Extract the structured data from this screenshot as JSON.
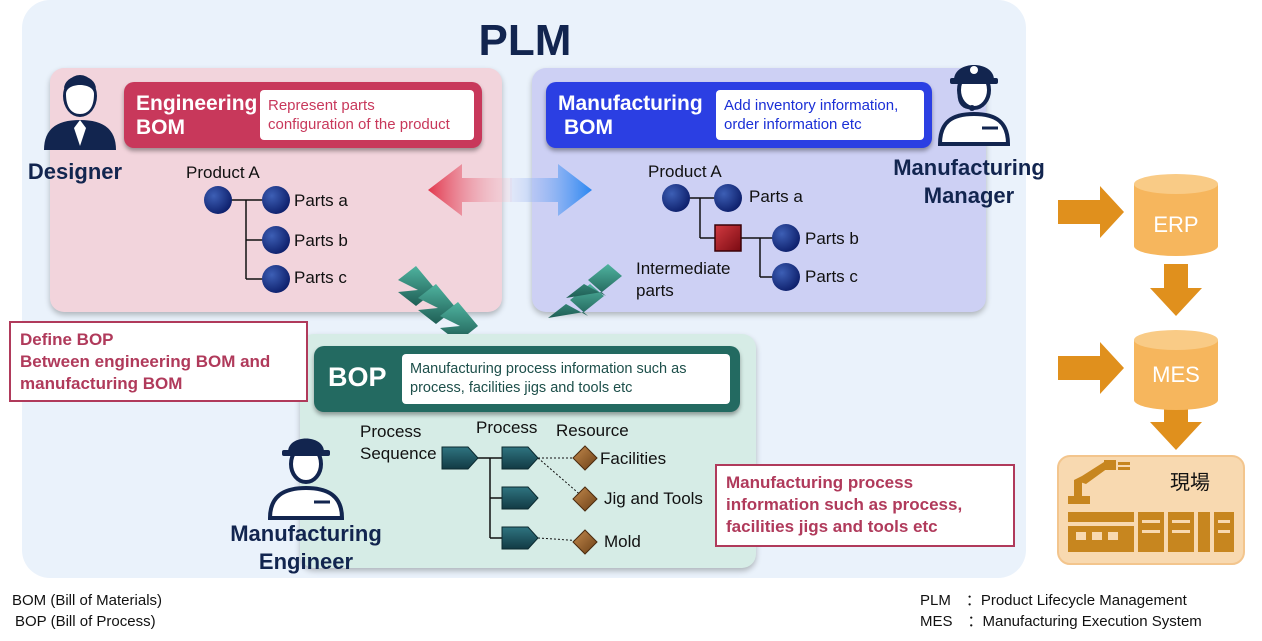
{
  "plm_title": "PLM",
  "engineering_bom": {
    "title_line1": "Engineering",
    "title_line2": "BOM",
    "description_line1": "Represent  parts",
    "description_line2": "configuration of the product",
    "product": "Product A",
    "parts": [
      "Parts a",
      "Parts b",
      "Parts c"
    ]
  },
  "manufacturing_bom": {
    "title_line1": "Manufacturing",
    "title_line2": "BOM",
    "description_line1": "Add inventory information,",
    "description_line2": "order information etc",
    "product": "Product A",
    "parts": [
      "Parts a",
      "Parts b",
      "Parts c"
    ],
    "intermediate_line1": "Intermediate",
    "intermediate_line2": "parts"
  },
  "roles": {
    "designer": "Designer",
    "manufacturing_manager_line1": "Manufacturing",
    "manufacturing_manager_line2": "Manager",
    "manufacturing_engineer_line1": "Manufacturing",
    "manufacturing_engineer_line2": "Engineer"
  },
  "bop": {
    "title": "BOP",
    "description_line1": "Manufacturing process information such as",
    "description_line2": "process, facilities  jigs and tools etc",
    "col_sequence_line1": "Process",
    "col_sequence_line2": "Sequence",
    "col_process": "Process",
    "col_resource": "Resource",
    "resources": [
      "Facilities",
      "Jig and Tools",
      "Mold"
    ]
  },
  "notes": {
    "define_bop": [
      "Define BOP",
      "Between engineering BOM and",
      "manufacturing BOM"
    ],
    "mfg_process": [
      "Manufacturing process",
      "information such as process,",
      "facilities  jigs and tools etc"
    ]
  },
  "systems": {
    "erp": "ERP",
    "mes": "MES",
    "shop_floor": "現場"
  },
  "footer": {
    "bom_abbrev": "BOM (Bill of Materials)",
    "bop_abbrev": "BOP (Bill of Process)",
    "plm_abbrev": "PLM　：Product Lifecycle Management",
    "mes_abbrev": "MES　：Manufacturing Execution System"
  },
  "colors": {
    "plm_background": "#eaf2fb",
    "engineering_panel": "#f2d4dc",
    "engineering_header": "#c8385b",
    "manufacturing_panel": "#cdd0f4",
    "manufacturing_header": "#2b3fe3",
    "bop_panel": "#d6ece6",
    "bop_header": "#236a61",
    "node_blue": "#0d1f6b",
    "node_red": "#a0111c",
    "process_teal": "#1b4d58",
    "resource_brown": "#8b5a2b",
    "system_orange": "#f6b65d",
    "arrow_orange": "#e0901d",
    "note_red": "#b03a5b",
    "role_navy": "#12254f"
  }
}
